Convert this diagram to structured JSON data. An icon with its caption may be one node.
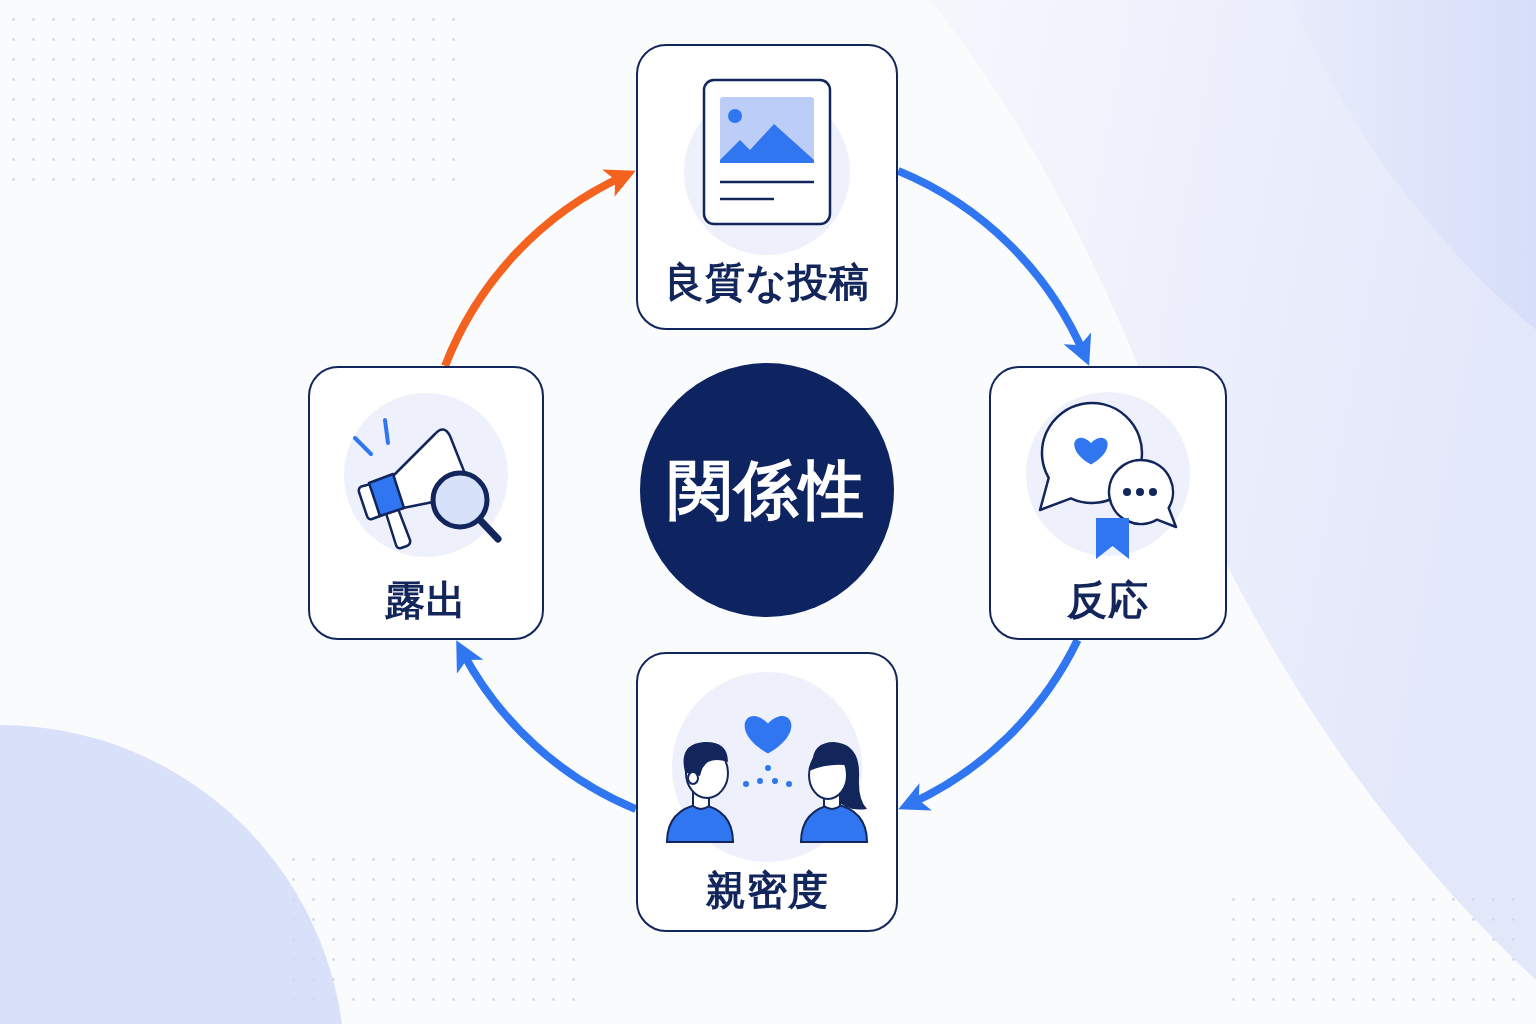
{
  "diagram": {
    "nodes": [
      {
        "text": [
          "良質な投稿"
        ]
      },
      {
        "text": [
          "露出"
        ]
      },
      {
        "text": [
          "関係性"
        ]
      },
      {
        "text": [
          "反応"
        ]
      },
      {
        "text": [
          "親密度"
        ]
      }
    ],
    "edges": [
      {
        "from": 0,
        "to": 3,
        "arrow": "to"
      },
      {
        "from": 3,
        "to": 4,
        "arrow": "to"
      },
      {
        "from": 4,
        "to": 1,
        "arrow": "to"
      },
      {
        "from": 1,
        "to": 0,
        "arrow": "to",
        "color": "#f4621f"
      }
    ]
  }
}
